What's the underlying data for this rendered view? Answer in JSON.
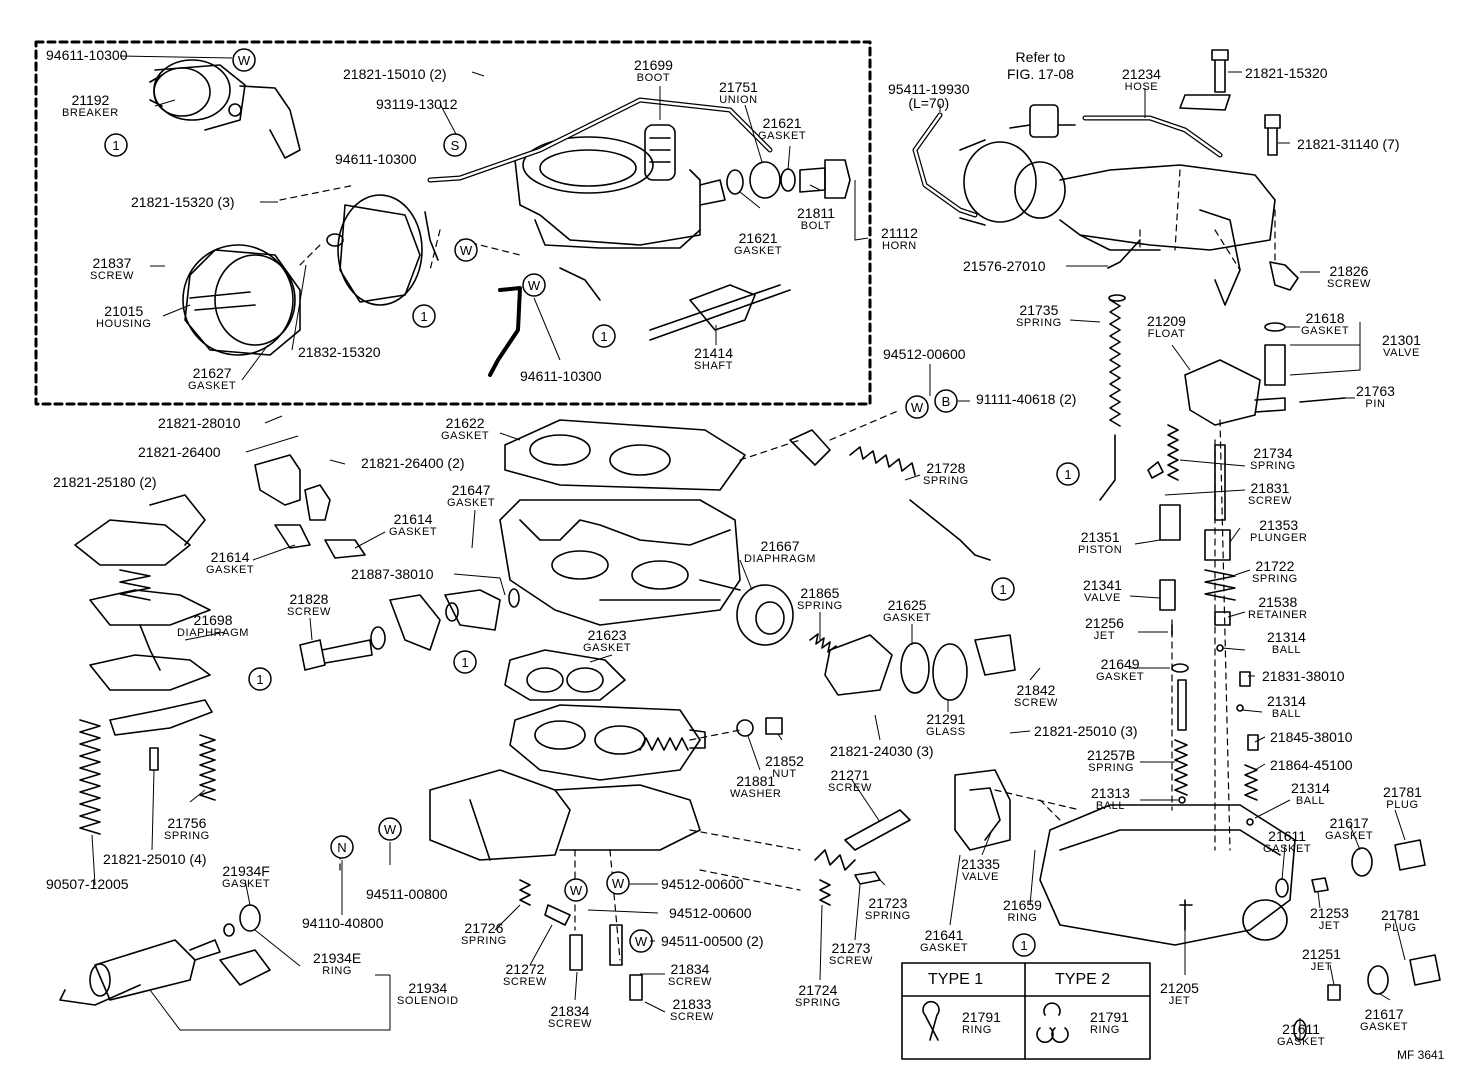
{
  "diagram_code": "MF 3641",
  "refer_note": {
    "line1": "Refer to",
    "line2": "FIG. 17-08"
  },
  "markers": {
    "w": "W",
    "s": "S",
    "b": "B",
    "n": "N",
    "circle1": "1"
  },
  "legend": {
    "type1": "TYPE  1",
    "type2": "TYPE  2",
    "part1": {
      "pn": "21791",
      "nm": "RING"
    },
    "part2": {
      "pn": "21791",
      "nm": "RING"
    }
  },
  "parts": [
    {
      "pn": "94611-10300",
      "nm": ""
    },
    {
      "pn": "21192",
      "nm": "BREAKER"
    },
    {
      "pn": "21821-15010 (2)",
      "nm": ""
    },
    {
      "pn": "93119-13012",
      "nm": ""
    },
    {
      "pn": "21699",
      "nm": "BOOT"
    },
    {
      "pn": "21751",
      "nm": "UNION"
    },
    {
      "pn": "21621",
      "nm": "GASKET"
    },
    {
      "pn": "94611-10300",
      "nm": ""
    },
    {
      "pn": "21821-15320 (3)",
      "nm": ""
    },
    {
      "pn": "21811",
      "nm": "BOLT"
    },
    {
      "pn": "21621",
      "nm": "GASKET"
    },
    {
      "pn": "21112",
      "nm": "HORN"
    },
    {
      "pn": "21837",
      "nm": "SCREW"
    },
    {
      "pn": "21015",
      "nm": "HOUSING"
    },
    {
      "pn": "21832-15320",
      "nm": ""
    },
    {
      "pn": "94611-10300",
      "nm": ""
    },
    {
      "pn": "21414",
      "nm": "SHAFT"
    },
    {
      "pn": "21627",
      "nm": "GASKET"
    },
    {
      "pn": "95411-19930",
      "nm": "(L=70)"
    },
    {
      "pn": "21234",
      "nm": "HOSE"
    },
    {
      "pn": "21821-15320",
      "nm": ""
    },
    {
      "pn": "21821-31140 (7)",
      "nm": ""
    },
    {
      "pn": "21576-27010",
      "nm": ""
    },
    {
      "pn": "21826",
      "nm": "SCREW"
    },
    {
      "pn": "21735",
      "nm": "SPRING"
    },
    {
      "pn": "21209",
      "nm": "FLOAT"
    },
    {
      "pn": "21618",
      "nm": "GASKET"
    },
    {
      "pn": "21301",
      "nm": "VALVE"
    },
    {
      "pn": "21763",
      "nm": "PIN"
    },
    {
      "pn": "94512-00600",
      "nm": ""
    },
    {
      "pn": "91111-40618 (2)",
      "nm": ""
    },
    {
      "pn": "21821-28010",
      "nm": ""
    },
    {
      "pn": "21821-26400",
      "nm": ""
    },
    {
      "pn": "21821-26400 (2)",
      "nm": ""
    },
    {
      "pn": "21622",
      "nm": "GASKET"
    },
    {
      "pn": "21728",
      "nm": "SPRING"
    },
    {
      "pn": "21734",
      "nm": "SPRING"
    },
    {
      "pn": "21831",
      "nm": "SCREW"
    },
    {
      "pn": "21821-25180 (2)",
      "nm": ""
    },
    {
      "pn": "21647",
      "nm": "GASKET"
    },
    {
      "pn": "21614",
      "nm": "GASKET"
    },
    {
      "pn": "21614",
      "nm": "GASKET"
    },
    {
      "pn": "21351",
      "nm": "PISTON"
    },
    {
      "pn": "21353",
      "nm": "PLUNGER"
    },
    {
      "pn": "21667",
      "nm": "DIAPHRAGM"
    },
    {
      "pn": "21722",
      "nm": "SPRING"
    },
    {
      "pn": "21887-38010",
      "nm": ""
    },
    {
      "pn": "21341",
      "nm": "VALVE"
    },
    {
      "pn": "21538",
      "nm": "RETAINER"
    },
    {
      "pn": "21828",
      "nm": "SCREW"
    },
    {
      "pn": "21865",
      "nm": "SPRING"
    },
    {
      "pn": "21625",
      "nm": "GASKET"
    },
    {
      "pn": "21256",
      "nm": "JET"
    },
    {
      "pn": "21314",
      "nm": "BALL"
    },
    {
      "pn": "21698",
      "nm": "DIAPHRAGM"
    },
    {
      "pn": "21623",
      "nm": "GASKET"
    },
    {
      "pn": "21649",
      "nm": "GASKET"
    },
    {
      "pn": "21831-38010",
      "nm": ""
    },
    {
      "pn": "21842",
      "nm": "SCREW"
    },
    {
      "pn": "21314",
      "nm": "BALL"
    },
    {
      "pn": "21291",
      "nm": "GLASS"
    },
    {
      "pn": "21821-24030 (3)",
      "nm": ""
    },
    {
      "pn": "21821-25010 (3)",
      "nm": ""
    },
    {
      "pn": "21845-38010",
      "nm": ""
    },
    {
      "pn": "21852",
      "nm": "NUT"
    },
    {
      "pn": "21257B",
      "nm": "SPRING"
    },
    {
      "pn": "21864-45100",
      "nm": ""
    },
    {
      "pn": "21881",
      "nm": "WASHER"
    },
    {
      "pn": "21271",
      "nm": "SCREW"
    },
    {
      "pn": "21313",
      "nm": "BALL"
    },
    {
      "pn": "21314",
      "nm": "BALL"
    },
    {
      "pn": "21781",
      "nm": "PLUG"
    },
    {
      "pn": "21756",
      "nm": "SPRING"
    },
    {
      "pn": "21617",
      "nm": "GASKET"
    },
    {
      "pn": "21611",
      "nm": "GASKET"
    },
    {
      "pn": "21821-25010 (4)",
      "nm": ""
    },
    {
      "pn": "90507-12005",
      "nm": ""
    },
    {
      "pn": "21934F",
      "nm": "GASKET"
    },
    {
      "pn": "94512-00600",
      "nm": ""
    },
    {
      "pn": "21335",
      "nm": "VALVE"
    },
    {
      "pn": "94511-00800",
      "nm": ""
    },
    {
      "pn": "21723",
      "nm": "SPRING"
    },
    {
      "pn": "21659",
      "nm": "RING"
    },
    {
      "pn": "21253",
      "nm": "JET"
    },
    {
      "pn": "94512-00600",
      "nm": ""
    },
    {
      "pn": "21781",
      "nm": "PLUG"
    },
    {
      "pn": "21726",
      "nm": "SPRING"
    },
    {
      "pn": "94110-40800",
      "nm": ""
    },
    {
      "pn": "94511-00500 (2)",
      "nm": ""
    },
    {
      "pn": "21641",
      "nm": "GASKET"
    },
    {
      "pn": "21273",
      "nm": "SCREW"
    },
    {
      "pn": "21934E",
      "nm": "RING"
    },
    {
      "pn": "21272",
      "nm": "SCREW"
    },
    {
      "pn": "21834",
      "nm": "SCREW"
    },
    {
      "pn": "21251",
      "nm": "JET"
    },
    {
      "pn": "21934",
      "nm": "SOLENOID"
    },
    {
      "pn": "21724",
      "nm": "SPRING"
    },
    {
      "pn": "21205",
      "nm": "JET"
    },
    {
      "pn": "21834",
      "nm": "SCREW"
    },
    {
      "pn": "21833",
      "nm": "SCREW"
    },
    {
      "pn": "21617",
      "nm": "GASKET"
    },
    {
      "pn": "21611",
      "nm": "GASKET"
    }
  ]
}
